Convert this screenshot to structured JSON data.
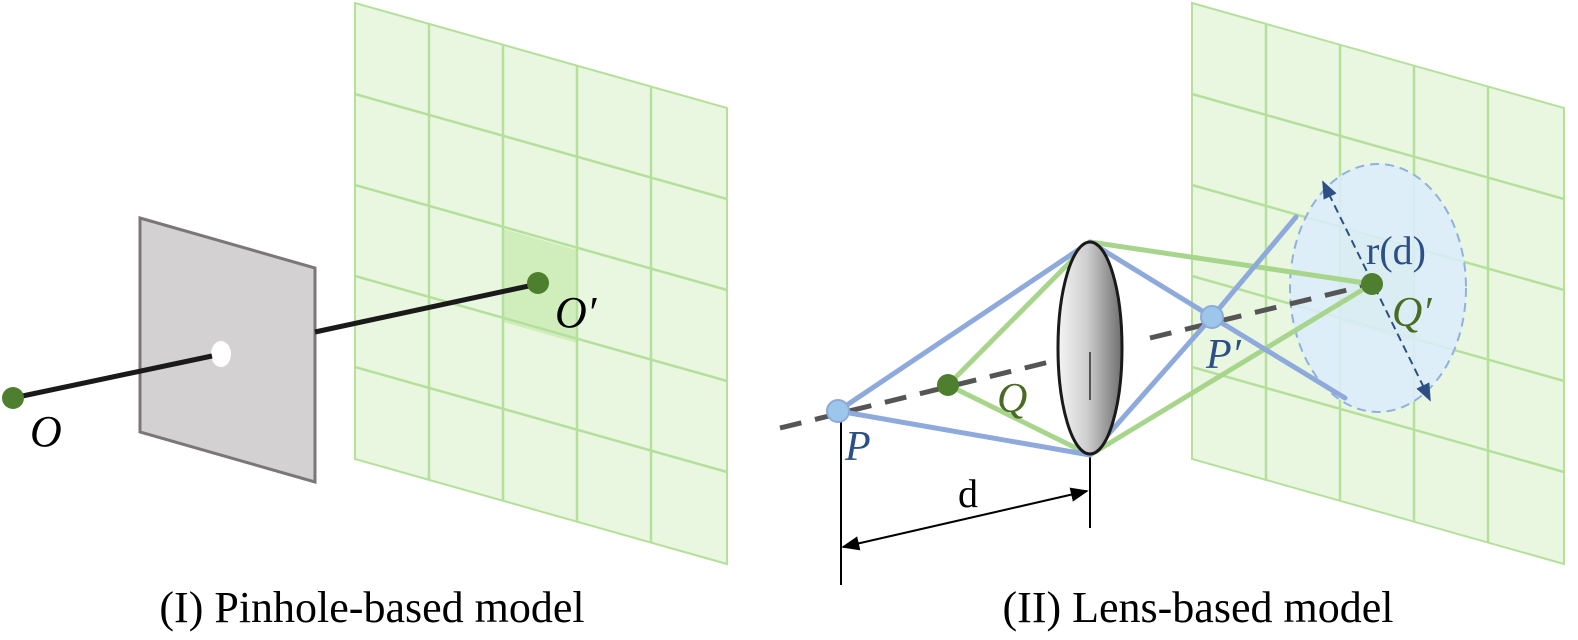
{
  "panel_pinhole": {
    "caption": "(I) Pinhole-based model",
    "point_object": "O",
    "point_image": "O′"
  },
  "panel_lens": {
    "caption": "(II) Lens-based model",
    "point_p": "P",
    "point_q": "Q",
    "point_p_image": "P′",
    "point_q_image": "Q′",
    "distance_label": "d",
    "radius_label": "r(d)"
  },
  "colors": {
    "grid_fill": "#e9f7e0",
    "grid_line": "#b5e09c",
    "grid_highlight": "#cfeebb",
    "green_point": "#4e7f2e",
    "blue_point": "#9cc6ea",
    "blue_ray": "#8ea9dc",
    "green_ray": "#a8d58c",
    "blur_circle": "#dcecfb",
    "blur_border": "#8fb1dd",
    "axis_dash": "#555555",
    "aperture": "#d4d1d3",
    "aperture_border": "#7a7679",
    "text_blue": "#2c4f86",
    "text_green": "#4a6b24"
  }
}
